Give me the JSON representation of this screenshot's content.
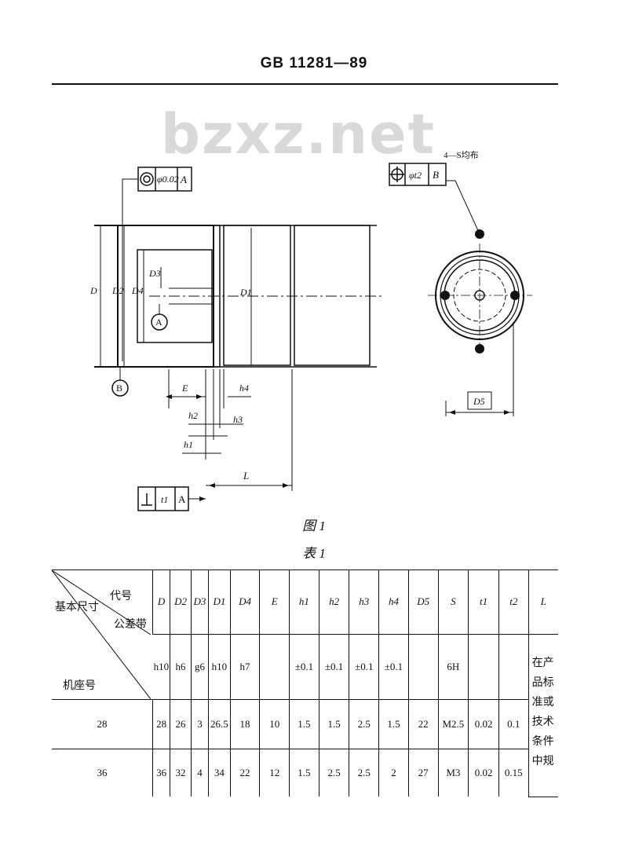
{
  "header": {
    "standard": "GB 11281—89"
  },
  "watermark": "bzxz.net",
  "figure": {
    "caption": "图 1",
    "front_view": {
      "coaxiality_frame": {
        "value": "φ0.02",
        "datum": "A"
      },
      "perpendicularity_frame": {
        "value": "t1",
        "datum": "A"
      },
      "datum_a": "A",
      "datum_b": "B",
      "dim_D": "D",
      "dim_D2": "D2",
      "dim_D4": "D4",
      "dim_D3": "D3",
      "dim_D1": "D1",
      "dim_E": "E",
      "dim_h1": "h1",
      "dim_h2": "h2",
      "dim_h3": "h3",
      "dim_h4": "h4",
      "dim_L": "L"
    },
    "end_view": {
      "note": "4—S均布",
      "position_frame": {
        "value": "φt2",
        "datum": "B"
      },
      "dim_D5": "D5"
    }
  },
  "table": {
    "caption": "表 1",
    "corner": {
      "code": "代号",
      "basic_size": "基本尺寸",
      "tolerance_band": "公差带",
      "frame_no": "机座号"
    },
    "columns": [
      "D",
      "D2",
      "D3",
      "D1",
      "D4",
      "E",
      "h1",
      "h2",
      "h3",
      "h4",
      "D5",
      "S",
      "t1",
      "t2",
      "L"
    ],
    "tolerance": [
      "h10",
      "h6",
      "g6",
      "h10",
      "h7",
      "",
      "±0.1",
      "±0.1",
      "±0.1",
      "±0.1",
      "",
      "6H",
      "",
      ""
    ],
    "rows": [
      {
        "frame": "28",
        "values": [
          "28",
          "26",
          "3",
          "26.5",
          "18",
          "10",
          "1.5",
          "1.5",
          "2.5",
          "1.5",
          "22",
          "M2.5",
          "0.02",
          "0.1"
        ]
      },
      {
        "frame": "36",
        "values": [
          "36",
          "32",
          "4",
          "34",
          "22",
          "12",
          "1.5",
          "2.5",
          "2.5",
          "2",
          "27",
          "M3",
          "0.02",
          "0.15"
        ]
      }
    ],
    "L_note": "在产品标准或技术条件中规"
  }
}
